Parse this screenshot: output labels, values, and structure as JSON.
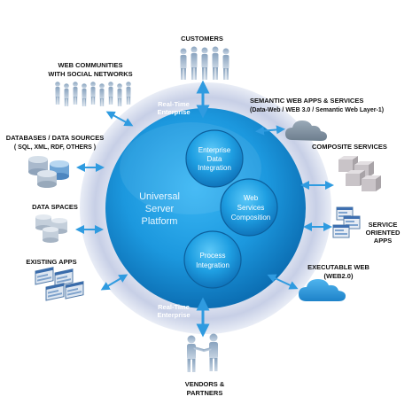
{
  "hub": {
    "title_line1": "Universal",
    "title_line2": "Server",
    "title_line3": "Platform",
    "realtime_top_line1": "Real-Time",
    "realtime_top_line2": "Enterprise",
    "realtime_bottom_line1": "Real-Time",
    "realtime_bottom_line2": "Enterprise",
    "inner": [
      {
        "line1": "Enterprise",
        "line2": "Data",
        "line3": "Integration"
      },
      {
        "line1": "Web",
        "line2": "Services",
        "line3": "Composition"
      },
      {
        "line1": "Process",
        "line2": "Integration"
      }
    ]
  },
  "nodes": {
    "customers": "CUSTOMERS",
    "web_communities_1": "WEB COMMUNITIES",
    "web_communities_2": "WITH SOCIAL NETWORKS",
    "semantic_1": "SEMANTIC WEB APPS & SERVICES",
    "semantic_2": "(Data-Web / WEB 3.0 / Semantic Web Layer-1)",
    "databases_1": "DATABASES / DATA SOURCES",
    "databases_2": "( SQL, XML, RDF, OTHERS )",
    "composite": "COMPOSITE SERVICES",
    "data_spaces": "DATA SPACES",
    "service_oriented_1": "SERVICE",
    "service_oriented_2": "ORIENTED",
    "service_oriented_3": "APPS",
    "existing_apps": "EXISTING APPS",
    "executable_web_1": "EXECUTABLE WEB",
    "executable_web_2": "(WEB2.0)",
    "vendors_1": "VENDORS &",
    "vendors_2": "PARTNERS"
  },
  "colors": {
    "hub_outer": "#1a8fd6",
    "hub_inner": "#2aa8ec",
    "ring": "#c9d3ea",
    "arrow": "#2f9be0",
    "label": "#111111"
  }
}
